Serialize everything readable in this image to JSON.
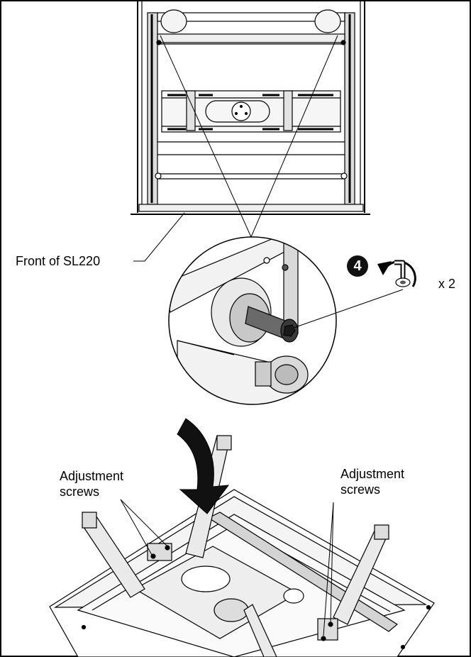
{
  "labels": {
    "front": "Front of SL220",
    "step": "4",
    "count": "x 2",
    "adjust_left_line1": "Adjustment",
    "adjust_left_line2": "screws",
    "adjust_right_line1": "Adjustment",
    "adjust_right_line2": "screws"
  },
  "colors": {
    "line": "#000000",
    "shade_light": "#dcdcdc",
    "shade_mid": "#a8a8a8",
    "shade_dark": "#4a4a4a",
    "badge": "#111111"
  },
  "icons": [
    "step-number-badge",
    "rotate-counterclockwise-icon",
    "hex-key-icon",
    "curved-arrow-icon"
  ]
}
